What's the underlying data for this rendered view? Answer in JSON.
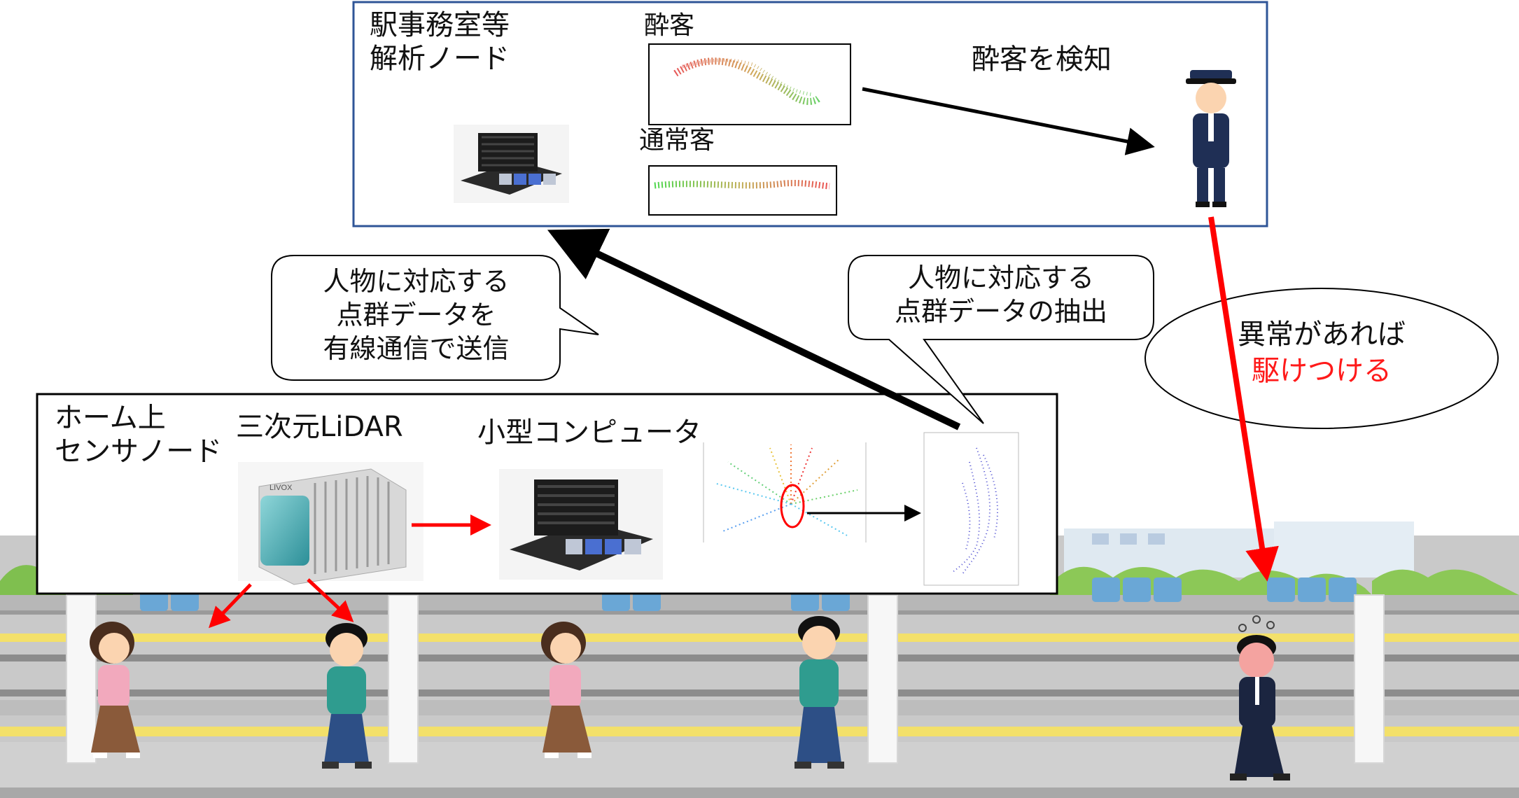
{
  "analysis_node": {
    "title_line1": "駅事務室等",
    "title_line2": "解析ノード",
    "drunk_label": "酔客",
    "normal_label": "通常客",
    "detect_label": "酔客を検知"
  },
  "sensor_node": {
    "title_line1": "ホーム上",
    "title_line2": "センサノード",
    "lidar_label": "三次元LiDAR",
    "computer_label": "小型コンピュータ",
    "lidar_brand": "LIVOX"
  },
  "bubbles": {
    "send": [
      "人物に対応する",
      "点群データを",
      "有線通信で送信"
    ],
    "extract": [
      "人物に対応する",
      "点群データの抽出"
    ],
    "rush_line1": "異常があれば",
    "rush_line2": "駆けつける"
  },
  "colors": {
    "box_border_blue": "#2f5597",
    "arrow_red": "#ff0000",
    "arrow_black": "#000000"
  }
}
